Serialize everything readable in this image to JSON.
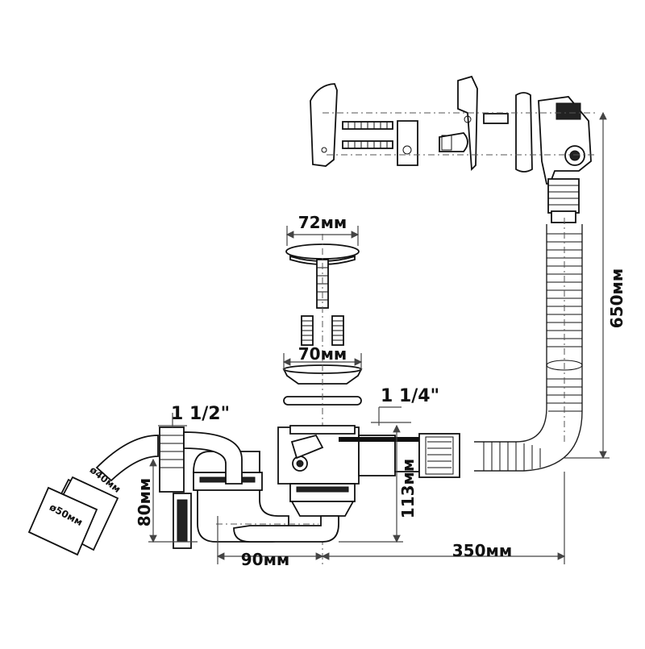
{
  "diagram": {
    "labels": {
      "dim_72": "72мм",
      "dim_70": "70мм",
      "thread_top": "1 1/4\"",
      "thread_left": "1 1/2\"",
      "dim_650": "650мм",
      "dim_113": "113мм",
      "dim_80": "80мм",
      "dim_90": "90мм",
      "dim_350": "350мм",
      "dia_40": "ø40мм",
      "dia_50": "ø50мм"
    },
    "colors": {
      "line": "#111111",
      "dimension": "#444444",
      "background": "#ffffff"
    }
  }
}
